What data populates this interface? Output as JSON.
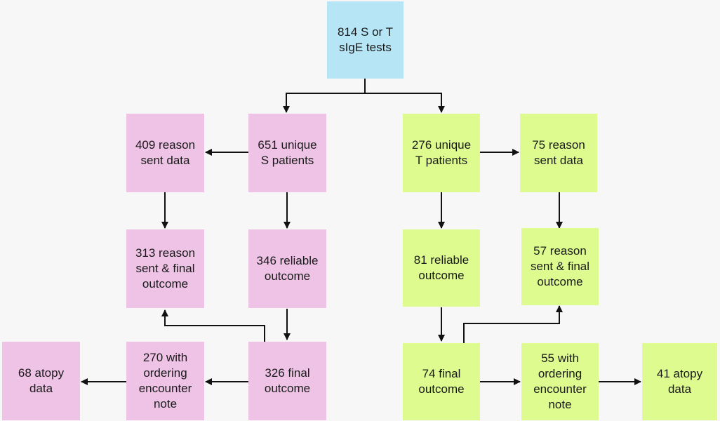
{
  "colors": {
    "root_fill": "#b6e6f6",
    "s_fill": "#eec3e6",
    "t_fill": "#ddfb8e",
    "arrow": "#111111",
    "background": "#f7f7f7"
  },
  "nodes": {
    "root": "814 S or T\nsIgE tests",
    "s_unique": "651 unique\nS patients",
    "s_reason_sent": "409 reason\nsent data",
    "s_reason_final": "313 reason\nsent & final\noutcome",
    "s_reliable": "346 reliable\noutcome",
    "s_final": "326 final\noutcome",
    "s_ordering": "270 with\nordering\nencounter\nnote",
    "s_atopy": "68 atopy\ndata",
    "t_unique": "276 unique\nT patients",
    "t_reason_sent": "75 reason\nsent data",
    "t_reliable": "81 reliable\noutcome",
    "t_reason_final": "57 reason\nsent & final\noutcome",
    "t_final": "74 final\noutcome",
    "t_ordering": "55 with\nordering\nencounter\nnote",
    "t_atopy": "41 atopy\ndata"
  }
}
